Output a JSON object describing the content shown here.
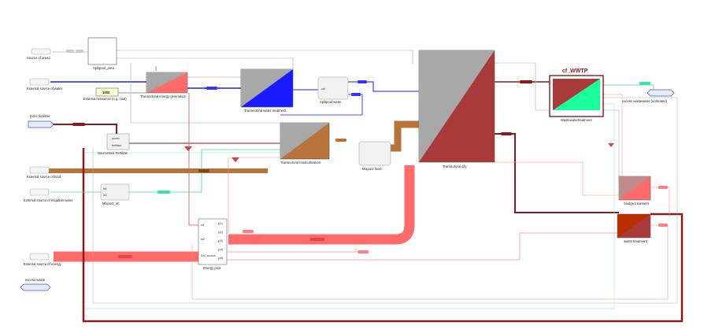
{
  "blocks": {
    "source_area3": "Source of area3",
    "split_area": "Splitpool_area",
    "ext_water": "External source of water",
    "ext_resources": "External resources (e.g. coal)",
    "resource_value": "1000",
    "energy_gen": "Transectoral energy generation",
    "water_treat": "Transectoral water treatment",
    "split_water": "Splitpool water",
    "water_port1": "out",
    "water_port2": "out",
    "cf_wwtp_title": "cf_WWTP",
    "wastewater_treat": "Wastewatertreatment",
    "excess_wastewater": "excess wastewater (untreated)",
    "conc_fert": "Conc fertilizer",
    "source_sink_fert": "SourceSink Fertilizer",
    "fert_port1": "power",
    "fert_port2": "fertilizer",
    "food_cult": "Transectoral foodcultivation",
    "mixpool_food": "Mixpool food",
    "city": "Transectoral city",
    "ext_food": "External source of food",
    "ext_irrigation": "External source of irrigation water",
    "mix_irr": "Mixpool_irri",
    "irr_port1": "in1",
    "irr_port2": "in2",
    "sludge_treat": "Sludge treatment",
    "waste_treat": "waste treatment",
    "ext_energy": "External source of energy",
    "energy_pool": "Energy pool",
    "ep_port_in1": "in1",
    "ep_port_in2": "in2",
    "ep_port_src": "SoC source",
    "ep_port_o1": "y(1)",
    "ep_port_o2": "y(2)",
    "ep_port_o3": "y(3)",
    "ep_port_o4": "y(4)",
    "ep_port_o5": "y(5)",
    "excess_waste": "excess waste"
  },
  "colors": {
    "energy": "#ff6b6b",
    "water": "#1a1aff",
    "food": "#b8733a",
    "waste": "#8b1a1a",
    "irrigation": "#40e0a0",
    "grey": "#a8a8a8",
    "wwtp_green": "#1aff9c"
  }
}
